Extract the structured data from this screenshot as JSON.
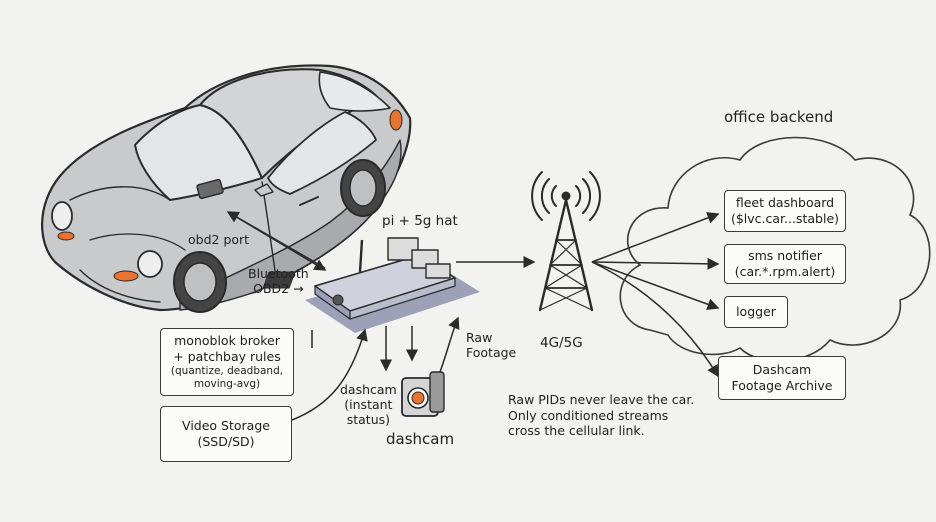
{
  "labels": {
    "office_backend": "office backend",
    "obd2_port": "obd2 port",
    "bluetooth_obd2": [
      "Bluetooth",
      "OBD2 →"
    ],
    "pi_hat": "pi + 5g hat",
    "raw_footage": [
      "Raw",
      "Footage"
    ],
    "network": "4G/5G",
    "dashcam_status": [
      "dashcam",
      "(instant",
      "status)"
    ],
    "dashcam": "dashcam",
    "note": [
      "Raw PIDs never leave the car.",
      "Only conditioned streams",
      "cross the cellular link."
    ]
  },
  "boxes": {
    "broker": [
      "monoblok broker",
      "+ patchbay rules"
    ],
    "broker_small": [
      "(quantize, deadband,",
      "moving-avg)"
    ],
    "video_storage": [
      "Video Storage",
      "(SSD/SD)"
    ],
    "fleet_dashboard": [
      "fleet dashboard",
      "($lvc.car...stable)"
    ],
    "sms_notifier": [
      "sms notifier",
      "(car.*.rpm.alert)"
    ],
    "logger": [
      "logger"
    ],
    "dashcam_archive": [
      "Dashcam",
      "Footage Archive"
    ]
  },
  "colors": {
    "background": "#f2f2f0",
    "line": "#2b2b2b",
    "car_body": "#c9cacc",
    "pi_board_shadow": "#8d93ad",
    "accent_orange": "#e8742f"
  }
}
